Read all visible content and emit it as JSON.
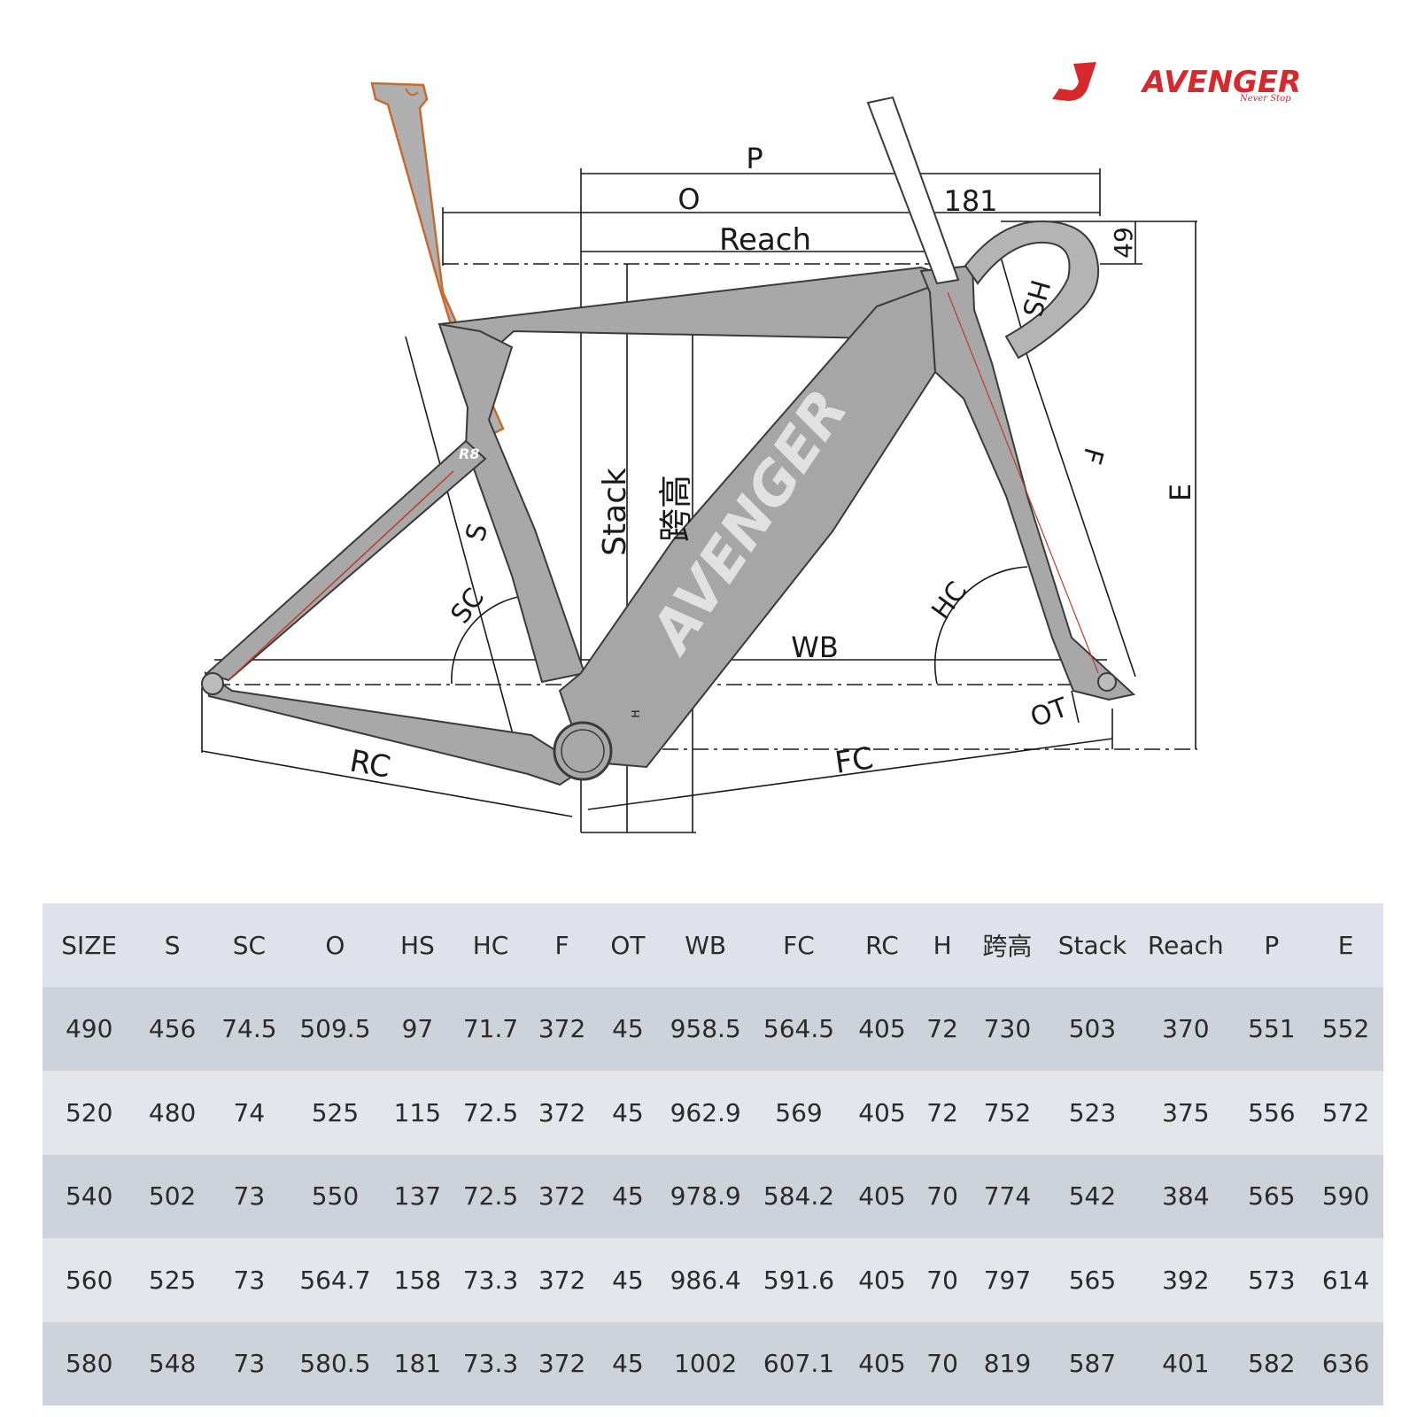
{
  "brand": {
    "name": "AVENGER",
    "tagline": "Never Stop",
    "color": "#d8282b"
  },
  "diagram": {
    "labels": {
      "p": "P",
      "o": "O",
      "reach": "Reach",
      "stem_offset": "181",
      "spacer": "49",
      "hs": "HS",
      "f": "F",
      "e": "E",
      "stack": "Stack",
      "standover": "跨高",
      "s": "S",
      "sc": "SC",
      "hc": "HC",
      "wb": "WB",
      "ot": "OT",
      "rc": "RC",
      "fc": "FC",
      "h": "H"
    },
    "frame_decal": "AVENGER",
    "frame_model": "R8",
    "colors": {
      "frame": "#a8a8a8",
      "frame_outline": "#3a3a3a",
      "seatpost": "#c86a2e",
      "accent_line": "#c0392b"
    }
  },
  "table": {
    "headers": [
      "SIZE",
      "S",
      "SC",
      "O",
      "HS",
      "HC",
      "F",
      "OT",
      "WB",
      "FC",
      "RC",
      "H",
      "跨高",
      "Stack",
      "Reach",
      "P",
      "E"
    ],
    "rows": [
      [
        "490",
        "456",
        "74.5",
        "509.5",
        "97",
        "71.7",
        "372",
        "45",
        "958.5",
        "564.5",
        "405",
        "72",
        "730",
        "503",
        "370",
        "551",
        "552"
      ],
      [
        "520",
        "480",
        "74",
        "525",
        "115",
        "72.5",
        "372",
        "45",
        "962.9",
        "569",
        "405",
        "72",
        "752",
        "523",
        "375",
        "556",
        "572"
      ],
      [
        "540",
        "502",
        "73",
        "550",
        "137",
        "72.5",
        "372",
        "45",
        "978.9",
        "584.2",
        "405",
        "70",
        "774",
        "542",
        "384",
        "565",
        "590"
      ],
      [
        "560",
        "525",
        "73",
        "564.7",
        "158",
        "73.3",
        "372",
        "45",
        "986.4",
        "591.6",
        "405",
        "70",
        "797",
        "565",
        "392",
        "573",
        "614"
      ],
      [
        "580",
        "548",
        "73",
        "580.5",
        "181",
        "73.3",
        "372",
        "45",
        "1002",
        "607.1",
        "405",
        "70",
        "819",
        "587",
        "401",
        "582",
        "636"
      ]
    ]
  }
}
